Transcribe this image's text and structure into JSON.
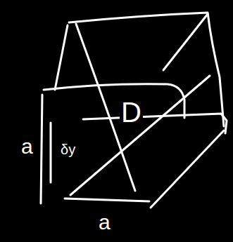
{
  "diagram": {
    "labels": [
      "a",
      "δy",
      "D",
      "a"
    ]
  }
}
